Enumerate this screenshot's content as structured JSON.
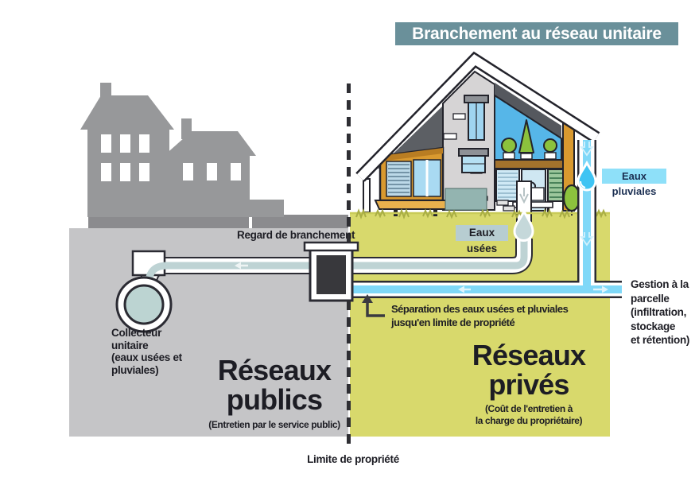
{
  "title_banner": {
    "label": "Branchement au réseau unitaire"
  },
  "zones": {
    "public": {
      "title_line1": "Réseaux",
      "title_line2": "publics",
      "subtitle": "(Entretien par le service public)"
    },
    "private": {
      "title_line1": "Réseaux",
      "title_line2": "privés",
      "subtitle_line1": "(Coût de l'entretien à",
      "subtitle_line2": "la charge du propriétaire)"
    }
  },
  "labels": {
    "regard": "Regard de branchement",
    "eaux_usees": "Eaux usées",
    "eaux_pluviales": "Eaux pluviales",
    "separation_line1": "Séparation des eaux usées et pluviales",
    "separation_line2": "jusqu'en limite de propriété",
    "collecteur_line1": "Collecteur",
    "collecteur_line2": "unitaire",
    "collecteur_line3": "(eaux usées et",
    "collecteur_line4": "pluviales)",
    "gestion_line1": "Gestion à la",
    "gestion_line2": "parcelle",
    "gestion_line3": "(infiltration,",
    "gestion_line4": "stockage",
    "gestion_line5": "et rétention)",
    "limite": "Limite de propriété"
  },
  "icons": {
    "rain_drop_icon": "water-drop",
    "waste_drop_icon": "water-drop",
    "flow_arrow_icon": "directional-arrow"
  },
  "colors": {
    "banner_bg": "#6a909a",
    "public_ground": "#c5c5c7",
    "private_ground": "#d8d96c",
    "street": "#8b8b8e",
    "buildings": "#97989a",
    "waste_pipe": "#bed3d4",
    "rain_pipe": "#7fd8f8",
    "rain_drop": "#3fc4f3",
    "waste_label_bg": "#b7cdd1",
    "rain_label_bg": "#8ee0f9",
    "outline": "#23232b",
    "text": "#1d1d24"
  }
}
